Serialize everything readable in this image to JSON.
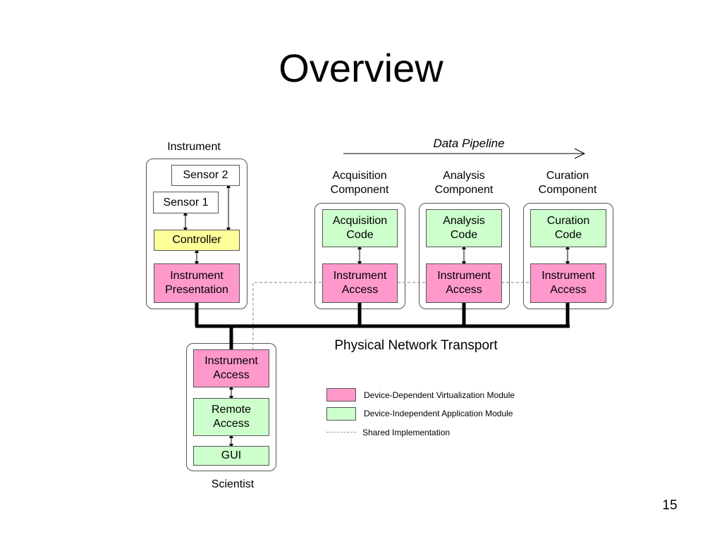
{
  "slide": {
    "title": "Overview",
    "page_number": "15"
  },
  "pipeline": {
    "label": "Data Pipeline"
  },
  "instrument": {
    "title": "Instrument",
    "sensor2": "Sensor 2",
    "sensor1": "Sensor 1",
    "controller": "Controller",
    "presentation": "Instrument\nPresentation"
  },
  "components": [
    {
      "title": "Acquisition\nComponent",
      "code": "Acquisition\nCode",
      "access": "Instrument\nAccess"
    },
    {
      "title": "Analysis\nComponent",
      "code": "Analysis\nCode",
      "access": "Instrument\nAccess"
    },
    {
      "title": "Curation\nComponent",
      "code": "Curation\nCode",
      "access": "Instrument\nAccess"
    }
  ],
  "network": {
    "label": "Physical Network Transport"
  },
  "scientist": {
    "title": "Scientist",
    "access": "Instrument\nAccess",
    "remote": "Remote\nAccess",
    "gui": "GUI"
  },
  "legend": {
    "dependent": "Device-Dependent Virtualization Module",
    "independent": "Device-Independent Application Module",
    "shared": "Shared Implementation"
  },
  "colors": {
    "pink": "#ff99cc",
    "green": "#ccffcc",
    "yellow": "#ffff99"
  }
}
